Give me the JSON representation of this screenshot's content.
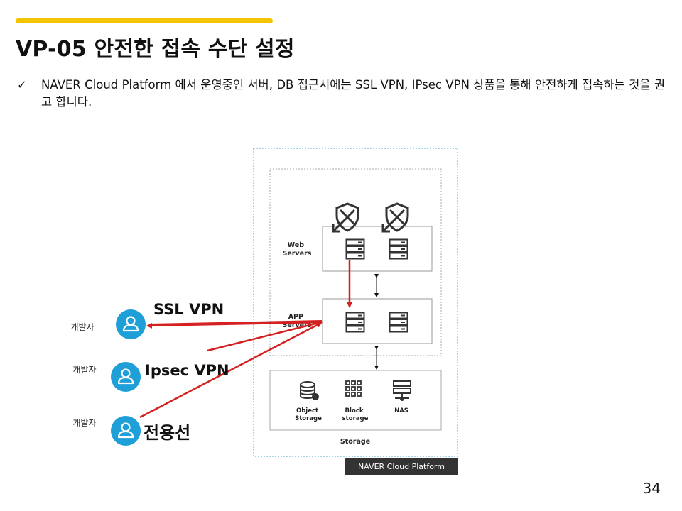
{
  "slide": {
    "title": "VP-05 안전한 접속 수단 설정",
    "bullet_mark": "✓",
    "bullet_text": "NAVER Cloud Platform 에서 운영중인 서버, DB 접근시에는 SSL VPN, IPsec VPN 상품을 통해 안전하게 접속하는 것을 권고 합니다.",
    "page_number": "34",
    "accent_color": "#f2c500"
  },
  "diagram": {
    "platform_label": "NAVER Cloud Platform",
    "web_servers_label": [
      "Web",
      "Servers"
    ],
    "app_servers_label": [
      "APP",
      "Servers"
    ],
    "storage_label": "Storage",
    "storage_items": [
      {
        "label": [
          "Object",
          "Storage"
        ],
        "icon": "database-icon"
      },
      {
        "label": [
          "Block",
          "storage"
        ],
        "icon": "grid-icon"
      },
      {
        "label": [
          "NAS"
        ],
        "icon": "nas-icon"
      }
    ],
    "clients": [
      {
        "role": "개발자",
        "method": "SSL VPN"
      },
      {
        "role": "개발자",
        "method": "Ipsec VPN"
      },
      {
        "role": "개발자",
        "method": "전용선"
      }
    ],
    "colors": {
      "arrow": "#d42020",
      "user_icon": "#1e9fd8",
      "platform_border": "#4aa8d8",
      "platform_label_bg": "#333333"
    }
  }
}
